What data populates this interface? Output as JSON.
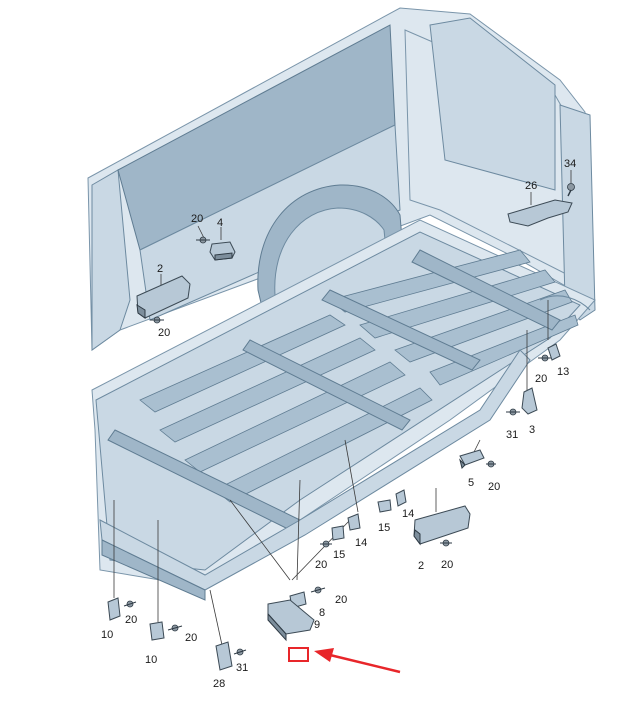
{
  "callouts": {
    "c34": "34",
    "c26": "26",
    "c20_top": "20",
    "c4": "4",
    "c2_left": "2",
    "c20_left": "20",
    "c20_right": "20",
    "c13": "13",
    "c31_right": "31",
    "c3": "3",
    "c5": "5",
    "c20_c5": "20",
    "c14_a": "14",
    "c15_a": "15",
    "c14_b": "14",
    "c15_b": "15",
    "c20_mid": "20",
    "c2_bottom": "2",
    "c20_bottom": "20",
    "c20_c8": "20",
    "c8": "8",
    "c9": "9",
    "c10_a": "10",
    "c20_c10a": "20",
    "c10_b": "10",
    "c20_c10b": "20",
    "c31_bottom": "31",
    "c28": "28"
  },
  "colors": {
    "highlight_box": "#e8262a",
    "arrow": "#e8262a",
    "body_fill": "#c9d8e4",
    "outline": "#6d8aa0"
  },
  "icons": {
    "pointer": "red-arrow-icon",
    "highlight": "highlight-box-icon"
  }
}
